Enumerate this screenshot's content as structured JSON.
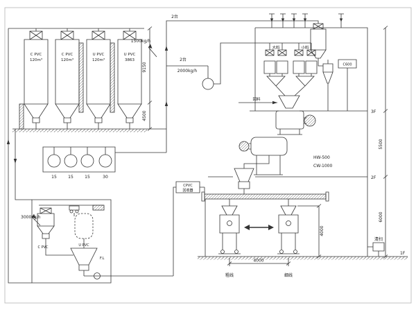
{
  "diagram": {
    "silos": [
      {
        "name": "C PVC",
        "volume": "120m³"
      },
      {
        "name": "C PVC",
        "volume": "120m³"
      },
      {
        "name": "U PVC",
        "volume": "120m³"
      },
      {
        "name": "U PVC",
        "volume": "3863"
      }
    ],
    "blowers": [
      "15",
      "15",
      "15",
      "30"
    ],
    "flows": {
      "top_units": "2台",
      "mid_units": "2台",
      "rate_top": "1500kg/h",
      "rate_mid": "2000kg/h",
      "rate_left": "3000kg/h"
    },
    "left_system": {
      "silo_label": "C PVC",
      "bag_label": "U PVC",
      "floor_mark": "F.L"
    },
    "batch_bins": {
      "major": "大料",
      "minor": "小料",
      "tag": "C600"
    },
    "mixers": {
      "hot": "HW-500",
      "cool": "CW-1000",
      "return_line": "回料"
    },
    "recycler": {
      "line1": "CPVC",
      "line2": "回收器"
    },
    "floors": {
      "f3": "3F",
      "f2": "2F",
      "f1": "1F"
    },
    "dimensions": {
      "silo_height": "9150",
      "silo_lower": "4500",
      "f3_to_f2": "5500",
      "f2_to_f1": "6000",
      "station_span": "4000",
      "station_height": "4000"
    },
    "packing": {
      "left_line": "粗线",
      "right_line": "细线",
      "cleaning": "清扫"
    }
  }
}
